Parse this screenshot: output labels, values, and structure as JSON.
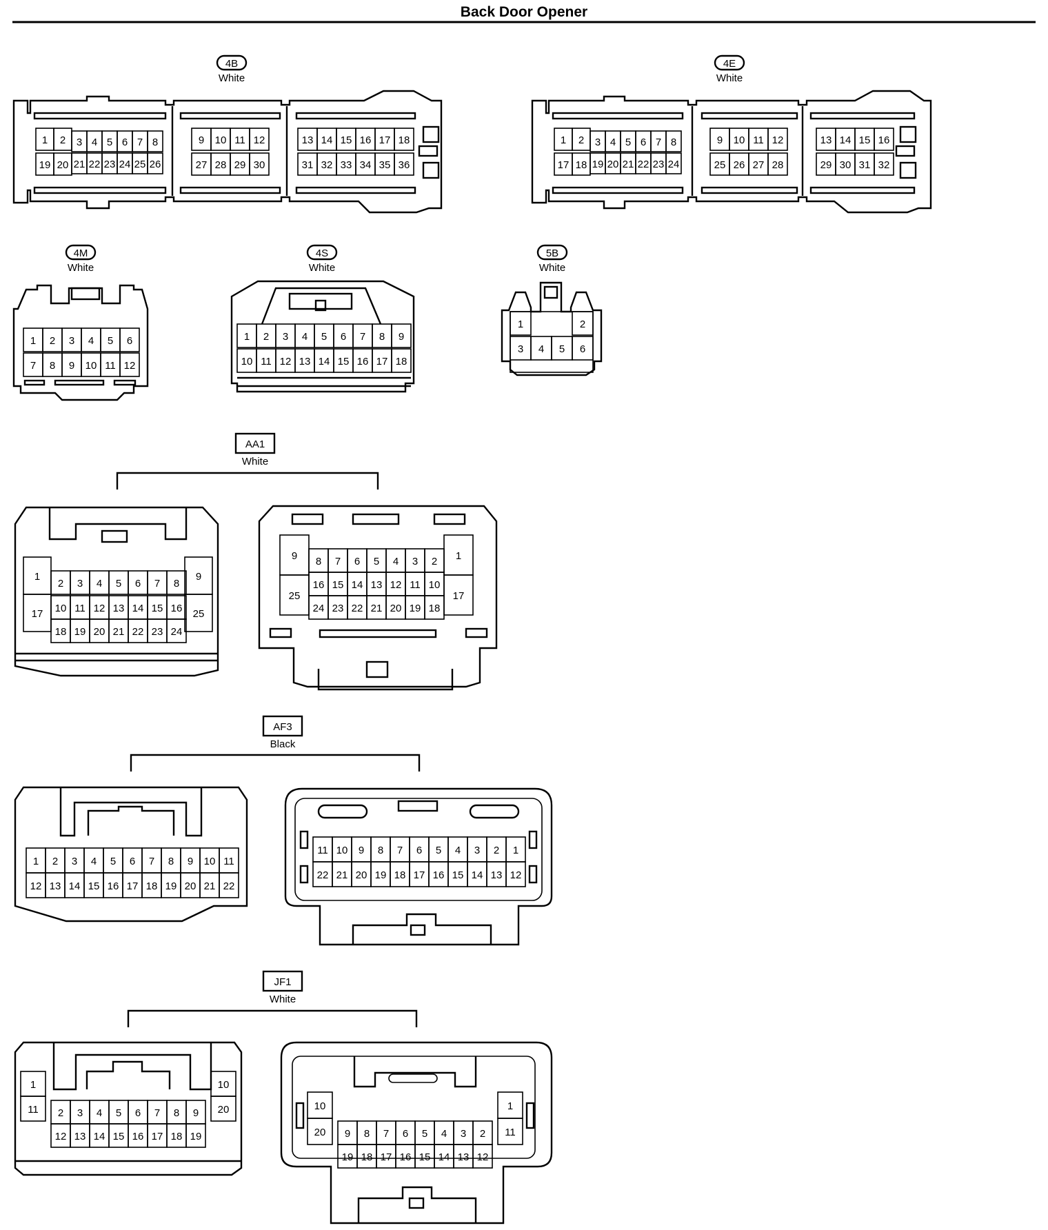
{
  "title": "Back Door Opener",
  "connectors": [
    {
      "id": "c4b",
      "code": "4B",
      "code_style": "oval",
      "color": "White",
      "rows": [
        [
          "1",
          "2",
          "3",
          "4",
          "5",
          "6",
          "7",
          "8",
          "9",
          "10",
          "11",
          "12",
          "13",
          "14",
          "15",
          "16",
          "17",
          "18"
        ],
        [
          "19",
          "20",
          "21",
          "22",
          "23",
          "24",
          "25",
          "26",
          "27",
          "28",
          "29",
          "30",
          "31",
          "32",
          "33",
          "34",
          "35",
          "36"
        ]
      ]
    },
    {
      "id": "c4e",
      "code": "4E",
      "code_style": "oval",
      "color": "White",
      "rows": [
        [
          "1",
          "2",
          "3",
          "4",
          "5",
          "6",
          "7",
          "8",
          "9",
          "10",
          "11",
          "12",
          "13",
          "14",
          "15",
          "16"
        ],
        [
          "17",
          "18",
          "19",
          "20",
          "21",
          "22",
          "23",
          "24",
          "25",
          "26",
          "27",
          "28",
          "29",
          "30",
          "31",
          "32"
        ]
      ]
    },
    {
      "id": "c4m",
      "code": "4M",
      "code_style": "oval",
      "color": "White",
      "rows": [
        [
          "1",
          "2",
          "3",
          "4",
          "5",
          "6"
        ],
        [
          "7",
          "8",
          "9",
          "10",
          "11",
          "12"
        ]
      ]
    },
    {
      "id": "c4s",
      "code": "4S",
      "code_style": "oval",
      "color": "White",
      "rows": [
        [
          "1",
          "2",
          "3",
          "4",
          "5",
          "6",
          "7",
          "8",
          "9"
        ],
        [
          "10",
          "11",
          "12",
          "13",
          "14",
          "15",
          "16",
          "17",
          "18"
        ]
      ]
    },
    {
      "id": "c5b",
      "code": "5B",
      "code_style": "oval",
      "color": "White",
      "rows": [
        [
          "1",
          "2"
        ],
        [
          "3",
          "4",
          "5",
          "6"
        ]
      ]
    },
    {
      "id": "caa1",
      "code": "AA1",
      "code_style": "box",
      "color": "White",
      "views": [
        {
          "side": "left",
          "rows": [
            [
              "1",
              "2",
              "3",
              "4",
              "5",
              "6",
              "7",
              "8",
              "9"
            ],
            [
              "17",
              "10",
              "11",
              "12",
              "13",
              "14",
              "15",
              "16",
              "25"
            ],
            [
              "18",
              "19",
              "20",
              "21",
              "22",
              "23",
              "24"
            ]
          ]
        },
        {
          "side": "right",
          "rows": [
            [
              "9",
              "8",
              "7",
              "6",
              "5",
              "4",
              "3",
              "2",
              "1"
            ],
            [
              "25",
              "16",
              "15",
              "14",
              "13",
              "12",
              "11",
              "10",
              "17"
            ],
            [
              "24",
              "23",
              "22",
              "21",
              "20",
              "19",
              "18"
            ]
          ]
        }
      ]
    },
    {
      "id": "caf3",
      "code": "AF3",
      "code_style": "box",
      "color": "Black",
      "views": [
        {
          "side": "left",
          "rows": [
            [
              "1",
              "2",
              "3",
              "4",
              "5",
              "6",
              "7",
              "8",
              "9",
              "10",
              "11"
            ],
            [
              "12",
              "13",
              "14",
              "15",
              "16",
              "17",
              "18",
              "19",
              "20",
              "21",
              "22"
            ]
          ]
        },
        {
          "side": "right",
          "rows": [
            [
              "11",
              "10",
              "9",
              "8",
              "7",
              "6",
              "5",
              "4",
              "3",
              "2",
              "1"
            ],
            [
              "22",
              "21",
              "20",
              "19",
              "18",
              "17",
              "16",
              "15",
              "14",
              "13",
              "12"
            ]
          ]
        }
      ]
    },
    {
      "id": "cjf1",
      "code": "JF1",
      "code_style": "box",
      "color": "White",
      "views": [
        {
          "side": "left",
          "rows": [
            [
              "1",
              "2",
              "3",
              "4",
              "5",
              "6",
              "7",
              "8",
              "9",
              "10"
            ],
            [
              "11",
              "12",
              "13",
              "14",
              "15",
              "16",
              "17",
              "18",
              "19",
              "20"
            ]
          ]
        },
        {
          "side": "right",
          "rows": [
            [
              "10",
              "9",
              "8",
              "7",
              "6",
              "5",
              "4",
              "3",
              "2",
              "1"
            ],
            [
              "20",
              "19",
              "18",
              "17",
              "16",
              "15",
              "14",
              "13",
              "12",
              "11"
            ]
          ]
        }
      ]
    }
  ]
}
